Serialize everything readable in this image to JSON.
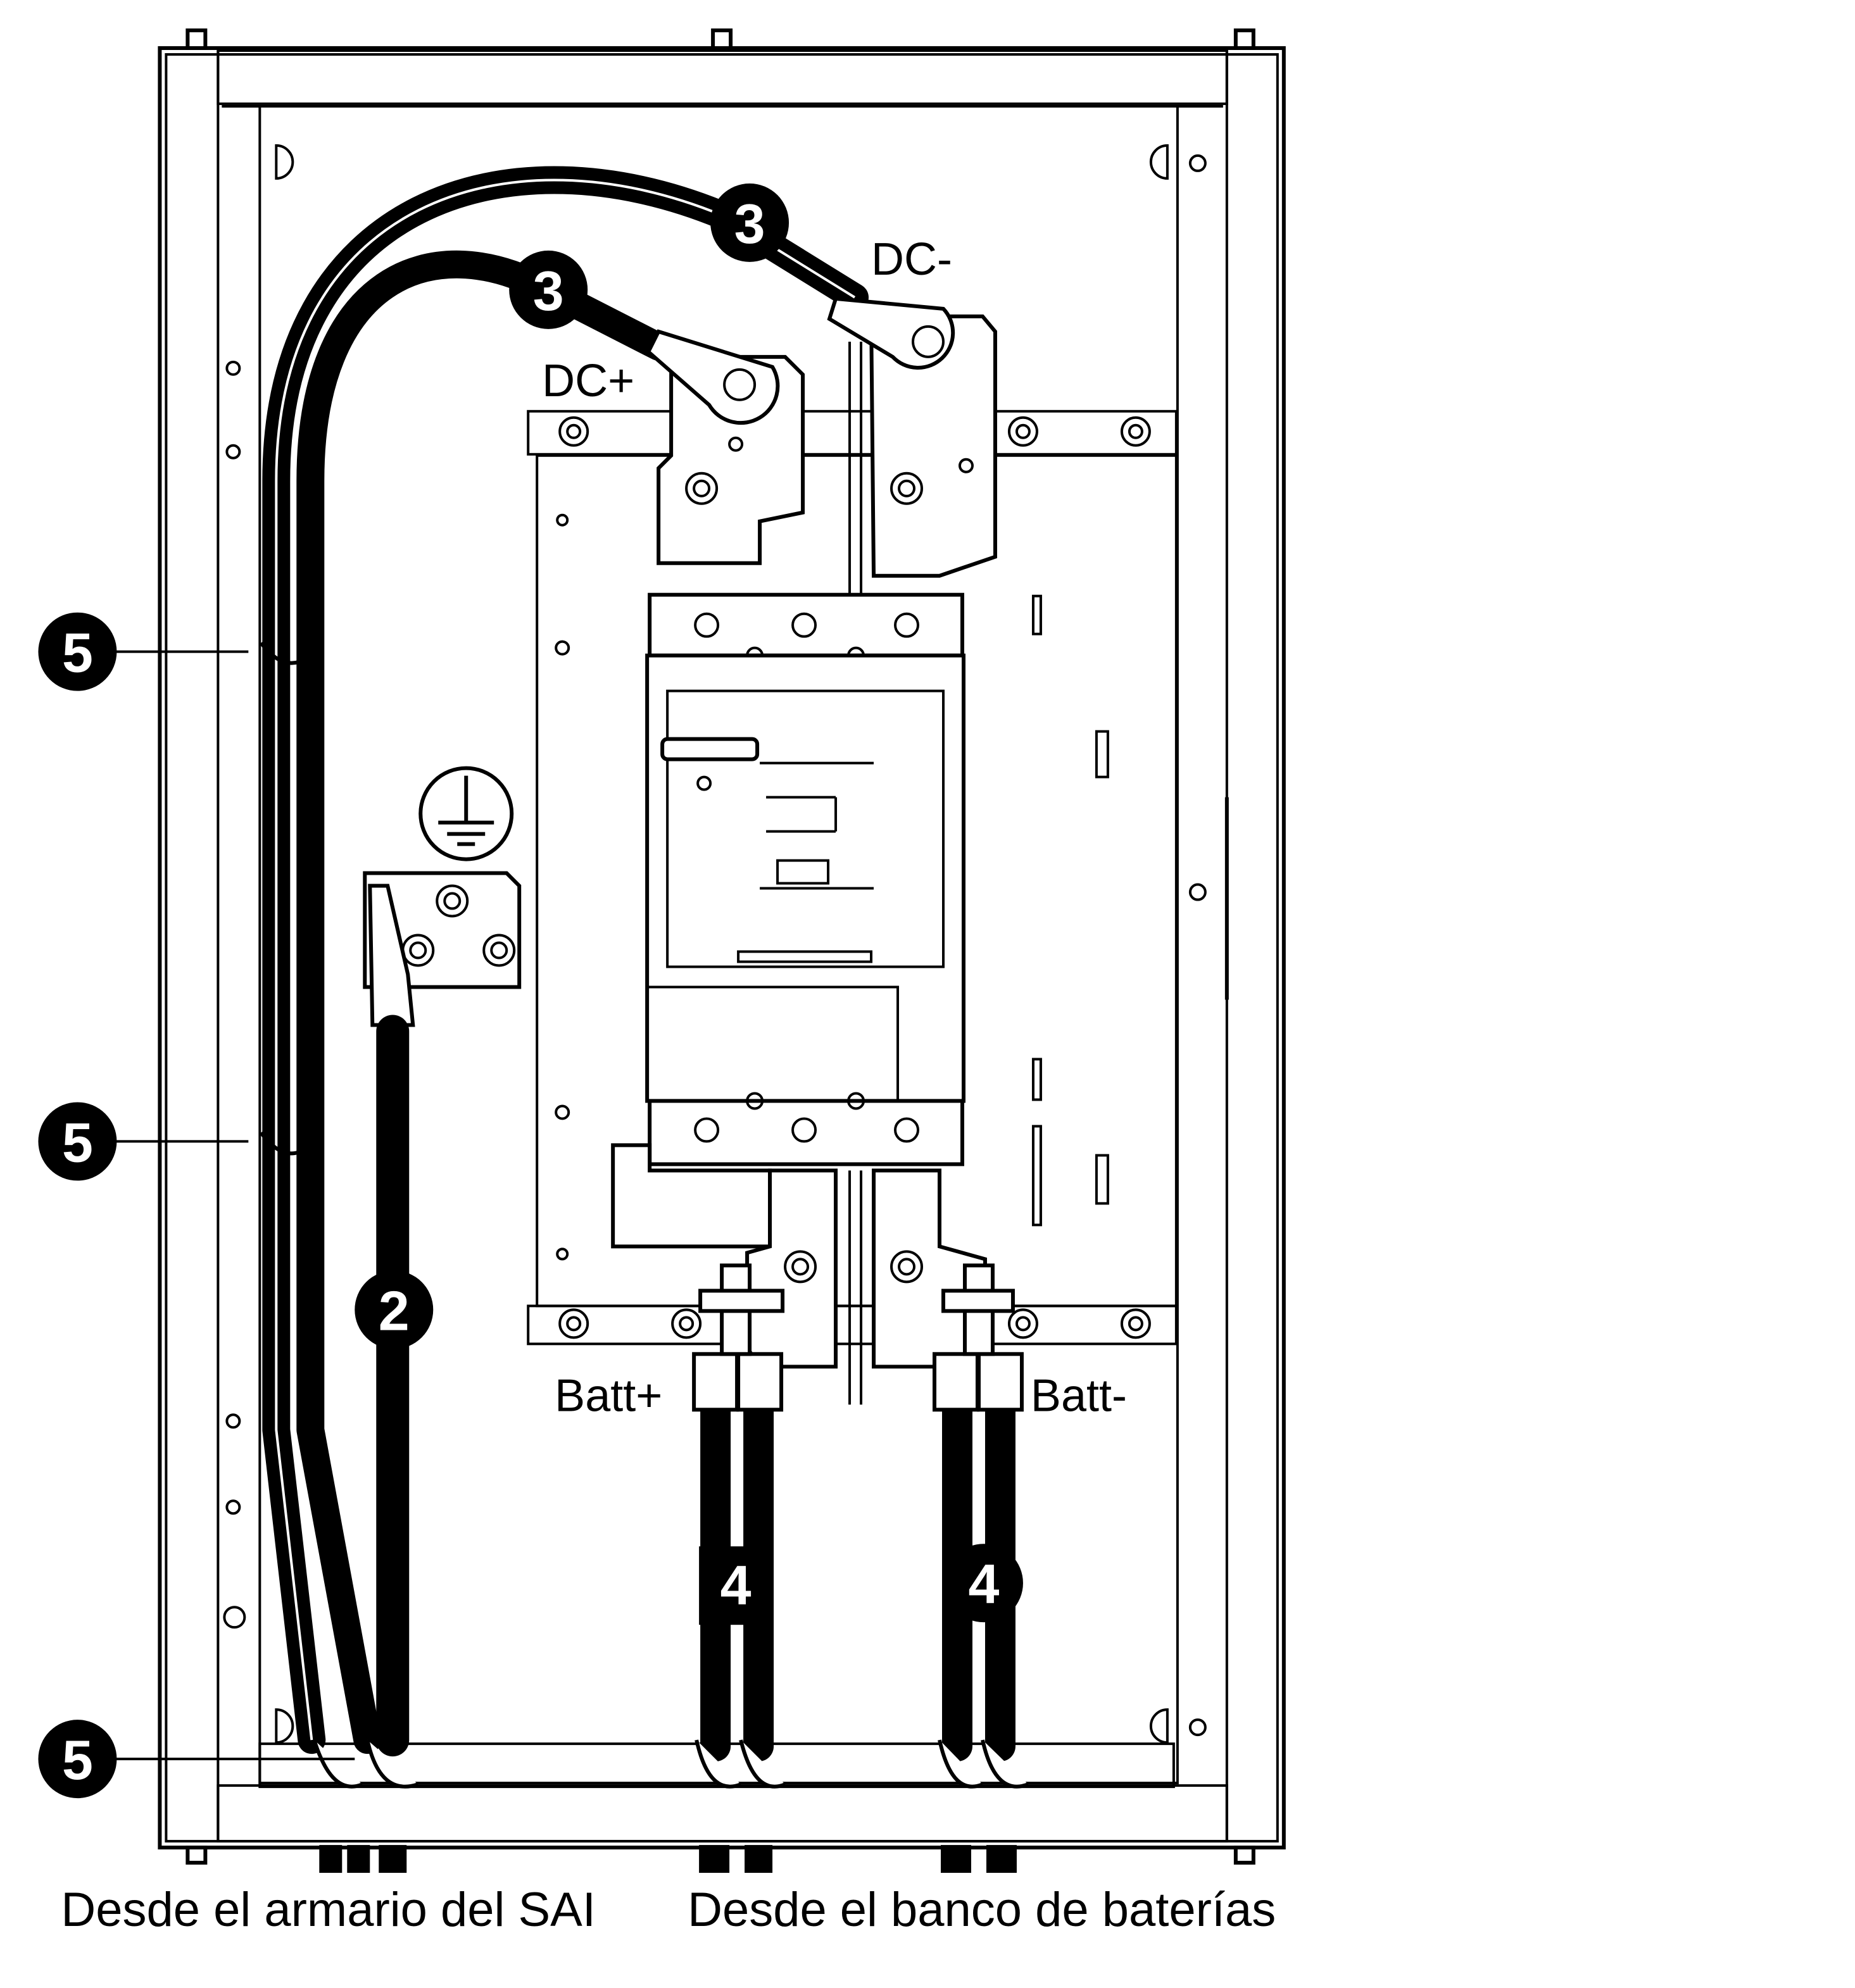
{
  "terminals": {
    "dc_plus": "DC+",
    "dc_minus": "DC-",
    "batt_plus": "Batt+",
    "batt_minus": "Batt-"
  },
  "callouts": {
    "c2": "2",
    "c3": "3",
    "c4": "4",
    "c5": "5"
  },
  "captions": {
    "from_ups": "Desde el armario del SAI",
    "from_battery": "Desde el banco de baterías"
  },
  "colors": {
    "line": "#000000",
    "background": "#ffffff"
  }
}
